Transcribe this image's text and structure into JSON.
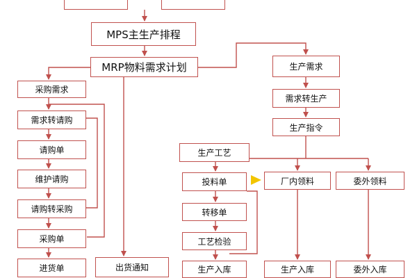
{
  "colors": {
    "line": "#c0504d",
    "accent_arrow": "#f2c500"
  },
  "nodes": {
    "top_left": "",
    "top_right": "",
    "mps": "MPS主生产排程",
    "mrp": "MRP物料需求计划",
    "purchase_requirement": "采购需求",
    "requirement_to_requisition": "需求转请购",
    "requisition": "请购单",
    "maintain_requisition": "维护请购",
    "requisition_to_purchase": "请购转采购",
    "purchase_order": "采购单",
    "receiving_note": "进货单",
    "shipping_notice": "出货通知",
    "production_requirement": "生产需求",
    "requirement_to_production": "需求转生产",
    "production_order": "生产指令",
    "production_process": "生产工艺",
    "material_issue_note": "投料单",
    "transfer_note": "转移单",
    "process_inspection": "工艺检验",
    "production_stock_in_1": "生产入库",
    "in_plant_material_picking": "厂内领料",
    "outsourced_material_picking": "委外领料",
    "production_stock_in_2": "生产入库",
    "outsourced_stock_in": "委外入库"
  }
}
